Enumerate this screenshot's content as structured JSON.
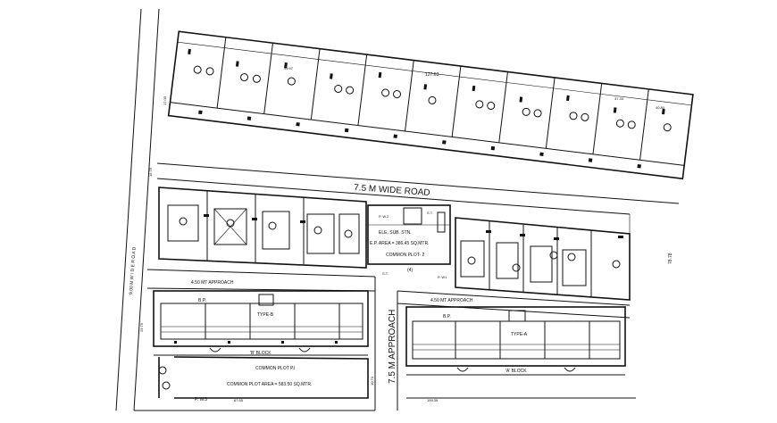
{
  "labels": {
    "road_main": "7.5 M WIDE ROAD",
    "approach_vertical": "7.5 M APPROACH",
    "approach_left": "4.50 MT APPROACH",
    "approach_right": "4.50 MT APPROACH",
    "ele_substation": "ELE. SUB. STN.",
    "ep_area": "E.P. AREA = 386.45 SQ.MTR.",
    "common_plot_2": "COMMON PLOT- 2",
    "common_plot_1": "COMMON PLOT P.I",
    "common_plot_area": "COMMON PLOT AREA = 583.50 SQ.MTR.",
    "b_block": "'B' BLOCK",
    "a_block": "'A' BLOCK",
    "type_b": "TYPE-B",
    "type_a": "TYPE-A",
    "pw_left": "P. W.3",
    "pw_mid": "P. W.2",
    "pw_right": "P. W1",
    "st_mid": "S.T.",
    "st_right": "S.T.",
    "bp_left": "B.P.",
    "bp_right": "B.P.",
    "left_road": "9.00 M W I D E  R O A D",
    "dim_top_1": "99.97",
    "dim_top_2": "127.63",
    "dim_top_3": "37.34",
    "dim_top_4": "40.80",
    "dim_left_1": "17.00",
    "dim_left_2": "16.75",
    "dim_left_3": "29.79",
    "dim_bottom_1": "67.65",
    "dim_bottom_2": "199.39",
    "dim_mid": "10.70",
    "dim_right": "78.78",
    "dim_small": "(4)"
  }
}
